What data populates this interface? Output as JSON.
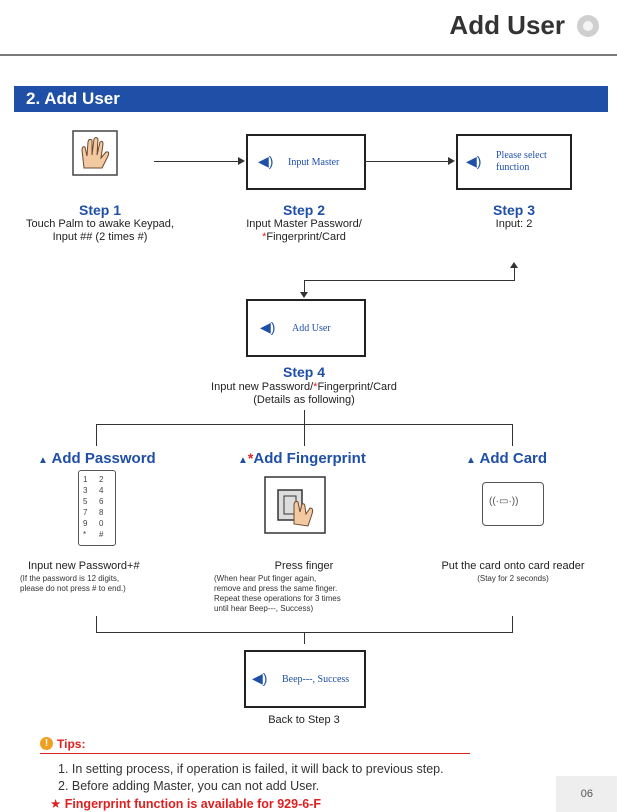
{
  "header": {
    "title": "Add User"
  },
  "section": {
    "title": "2. Add User"
  },
  "box_texts": {
    "input_master": "Input Master",
    "please_select": "Please select function",
    "add_user": "Add User",
    "success": "Beep---, Success"
  },
  "steps": [
    {
      "label": "Step 1",
      "desc1": "Touch Palm to awake Keypad,",
      "desc2": "Input ## (2 times #)"
    },
    {
      "label": "Step 2",
      "desc1": "Input Master Password/",
      "desc2": "Fingerprint/Card"
    },
    {
      "label": "Step 3",
      "desc1": "Input: 2"
    },
    {
      "label": "Step 4",
      "desc1": "Input new Password/",
      "desc1b": "Fingerprint/Card",
      "desc2": "(Details as following)"
    }
  ],
  "branches": {
    "password": {
      "title": "Add Password",
      "text": "Input new Password+#",
      "note1": "(If the password is 12 digits,",
      "note2": "please do not press # to end.)"
    },
    "fingerprint": {
      "title": "Add Fingerprint",
      "text": "Press finger",
      "note1": "(When hear Put finger again,",
      "note2": "remove and press the same finger.",
      "note3": "Repeat these operations for 3 times",
      "note4": "until hear Beep---, Success)"
    },
    "card": {
      "title": "Add Card",
      "text": "Put the card onto card reader",
      "note1": "(Stay for 2 seconds)"
    }
  },
  "keypad": [
    "1",
    "2",
    "3",
    "4",
    "5",
    "6",
    "7",
    "8",
    "9",
    "0",
    "*",
    "#"
  ],
  "back_to": "Back to Step 3",
  "tips": {
    "title": "Tips:",
    "items": [
      "1. In setting process, if operation is failed, it will back to previous step.",
      "2. Before adding Master, you can not add User."
    ],
    "note": "Fingerprint function is available for 929-6-F"
  },
  "page_number": "06",
  "colors": {
    "accent": "#1f4fa7",
    "alert": "#e02020"
  }
}
